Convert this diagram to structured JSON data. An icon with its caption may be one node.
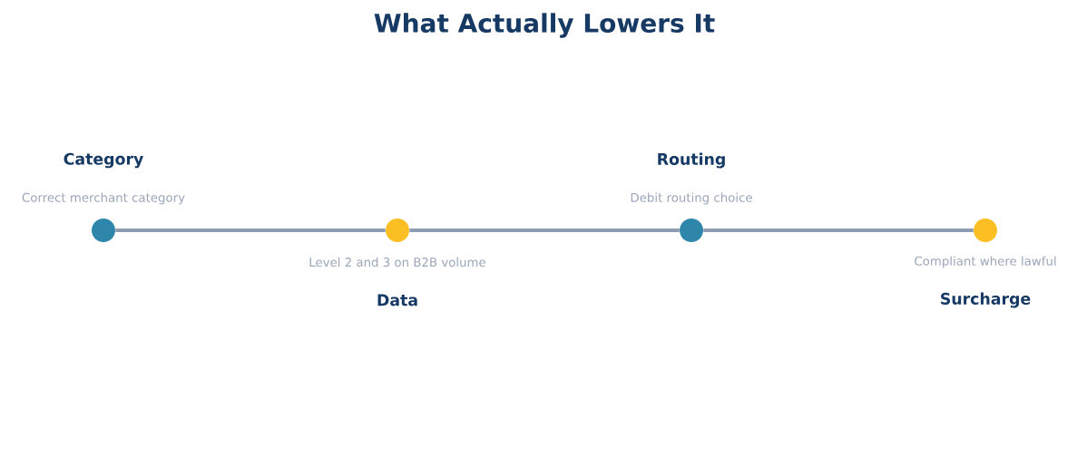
{
  "diagram": {
    "title": "What Actually Lowers It",
    "nodes": [
      {
        "text": [
          "Category",
          "Correct merchant category"
        ]
      },
      {
        "text": [
          "Level 2 and 3 on B2B volume",
          "Data"
        ]
      },
      {
        "text": [
          "Routing",
          "Debit routing choice"
        ]
      },
      {
        "text": [
          "Compliant where lawful",
          "Surcharge"
        ]
      }
    ],
    "edges": [
      {
        "from": 0,
        "to": 1,
        "arrow": "none"
      },
      {
        "from": 1,
        "to": 2,
        "arrow": "none"
      },
      {
        "from": 2,
        "to": 3,
        "arrow": "none"
      }
    ]
  }
}
